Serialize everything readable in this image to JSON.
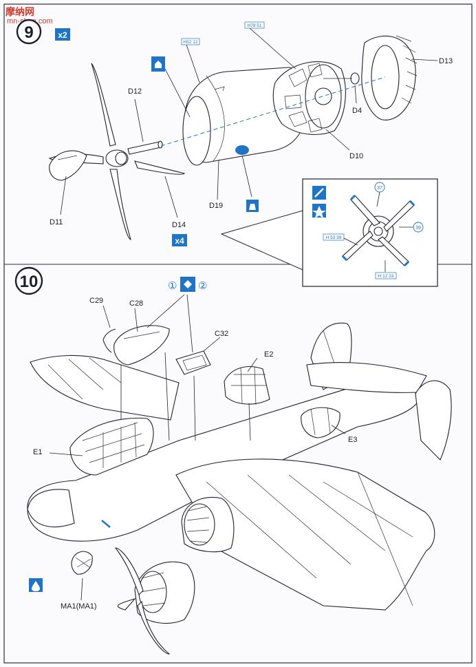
{
  "watermark": {
    "text_cn": "摩纳网",
    "url": "mn-shan.com"
  },
  "steps": [
    {
      "number": "9",
      "multiplier": "x2",
      "labels": {
        "D12": "D12",
        "D11": "D11",
        "D14": "D14",
        "D19": "D19",
        "D13": "D13",
        "D4": "D4",
        "D10": "D10"
      },
      "d14_multiplier": "x4",
      "part_ref_tags": {
        "h52": "H52 12",
        "h79": "H79 51"
      },
      "detail_tags": {
        "left": "H 53 39",
        "bottom": "H 12 33"
      },
      "detail_callouts": {
        "c1": "37",
        "c2": "39"
      },
      "paint_icons": [
        "glue-icon",
        "paint-icon",
        "star-icon",
        "weight-icon"
      ]
    },
    {
      "number": "10",
      "options": [
        "①",
        "②"
      ],
      "labels": {
        "C29": "C29",
        "C28": "C28",
        "C32": "C32",
        "E2": "E2",
        "E3": "E3",
        "E1": "E1",
        "MA1": "MA1(MA1)"
      },
      "paint_icons": [
        "decal-icon"
      ]
    }
  ],
  "colors": {
    "accent": "#1f74c4",
    "line": "#1d1f2e",
    "paper": "#fbfbfd"
  }
}
